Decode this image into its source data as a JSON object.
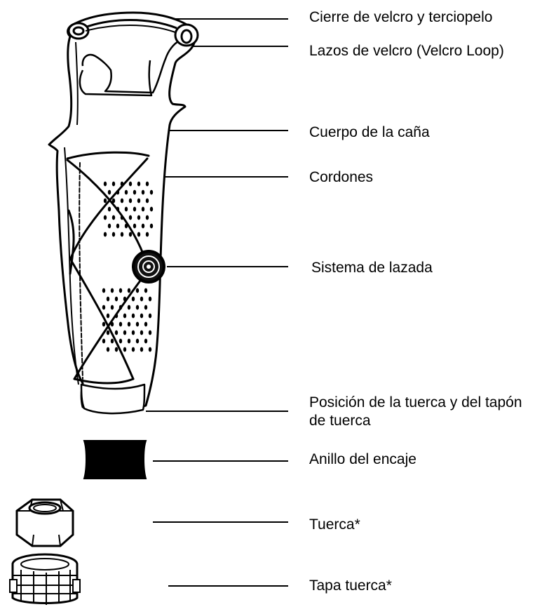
{
  "diagram": {
    "labels": [
      "Cierre de velcro y terciopelo",
      "Lazos de velcro (Velcro Loop)",
      "Cuerpo de la caña",
      "Cordones",
      "Sistema de lazada",
      "Posición de la tuerca y del tapón de tuerca",
      "Anillo del encaje",
      "Tuerca*",
      "Tapa tuerca*"
    ]
  },
  "colors": {
    "line": "#000000",
    "fill": "#ffffff"
  }
}
